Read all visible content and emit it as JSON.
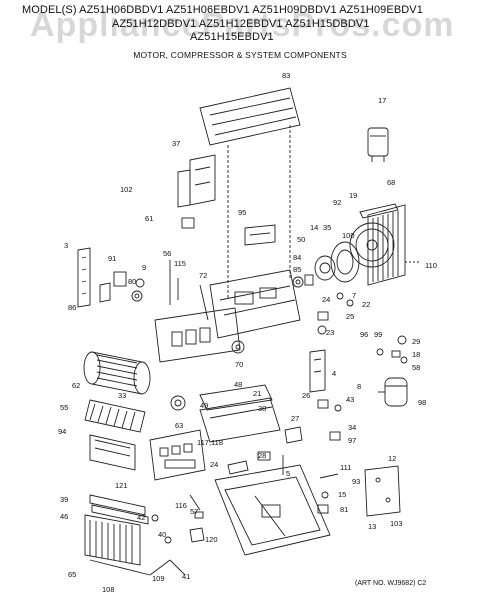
{
  "header": {
    "model_lines": [
      "MODEL(S) AZ51H06DBDV1  AZ51H06EBDV1  AZ51H09DBDV1  AZ51H09EBDV1",
      "AZ51H12DBDV1  AZ51H12EBDV1  AZ51H15DBDV1",
      "AZ51H15EBDV1"
    ],
    "subtitle": "MOTOR, COMPRESSOR & SYSTEM COMPONENTS"
  },
  "watermark": "AppliancePartsPros.com",
  "art_note": "(ART NO. WJ9682) C2",
  "part_labels": [
    "83",
    "17",
    "37",
    "102",
    "68",
    "19",
    "92",
    "61",
    "95",
    "14",
    "35",
    "100",
    "50",
    "3",
    "91",
    "56",
    "115",
    "72",
    "84",
    "85",
    "110",
    "9",
    "80",
    "7",
    "22",
    "24",
    "86",
    "25",
    "23",
    "29",
    "96",
    "99",
    "18",
    "58",
    "70",
    "62",
    "33",
    "48",
    "21",
    "4",
    "8",
    "55",
    "49",
    "38",
    "43",
    "98",
    "26",
    "27",
    "34",
    "94",
    "63",
    "117,118",
    "97",
    "12",
    "28",
    "24",
    "5",
    "111",
    "121",
    "93",
    "39",
    "42",
    "116",
    "57",
    "15",
    "46",
    "81",
    "13",
    "103",
    "40",
    "120",
    "65",
    "108",
    "109",
    "41"
  ]
}
